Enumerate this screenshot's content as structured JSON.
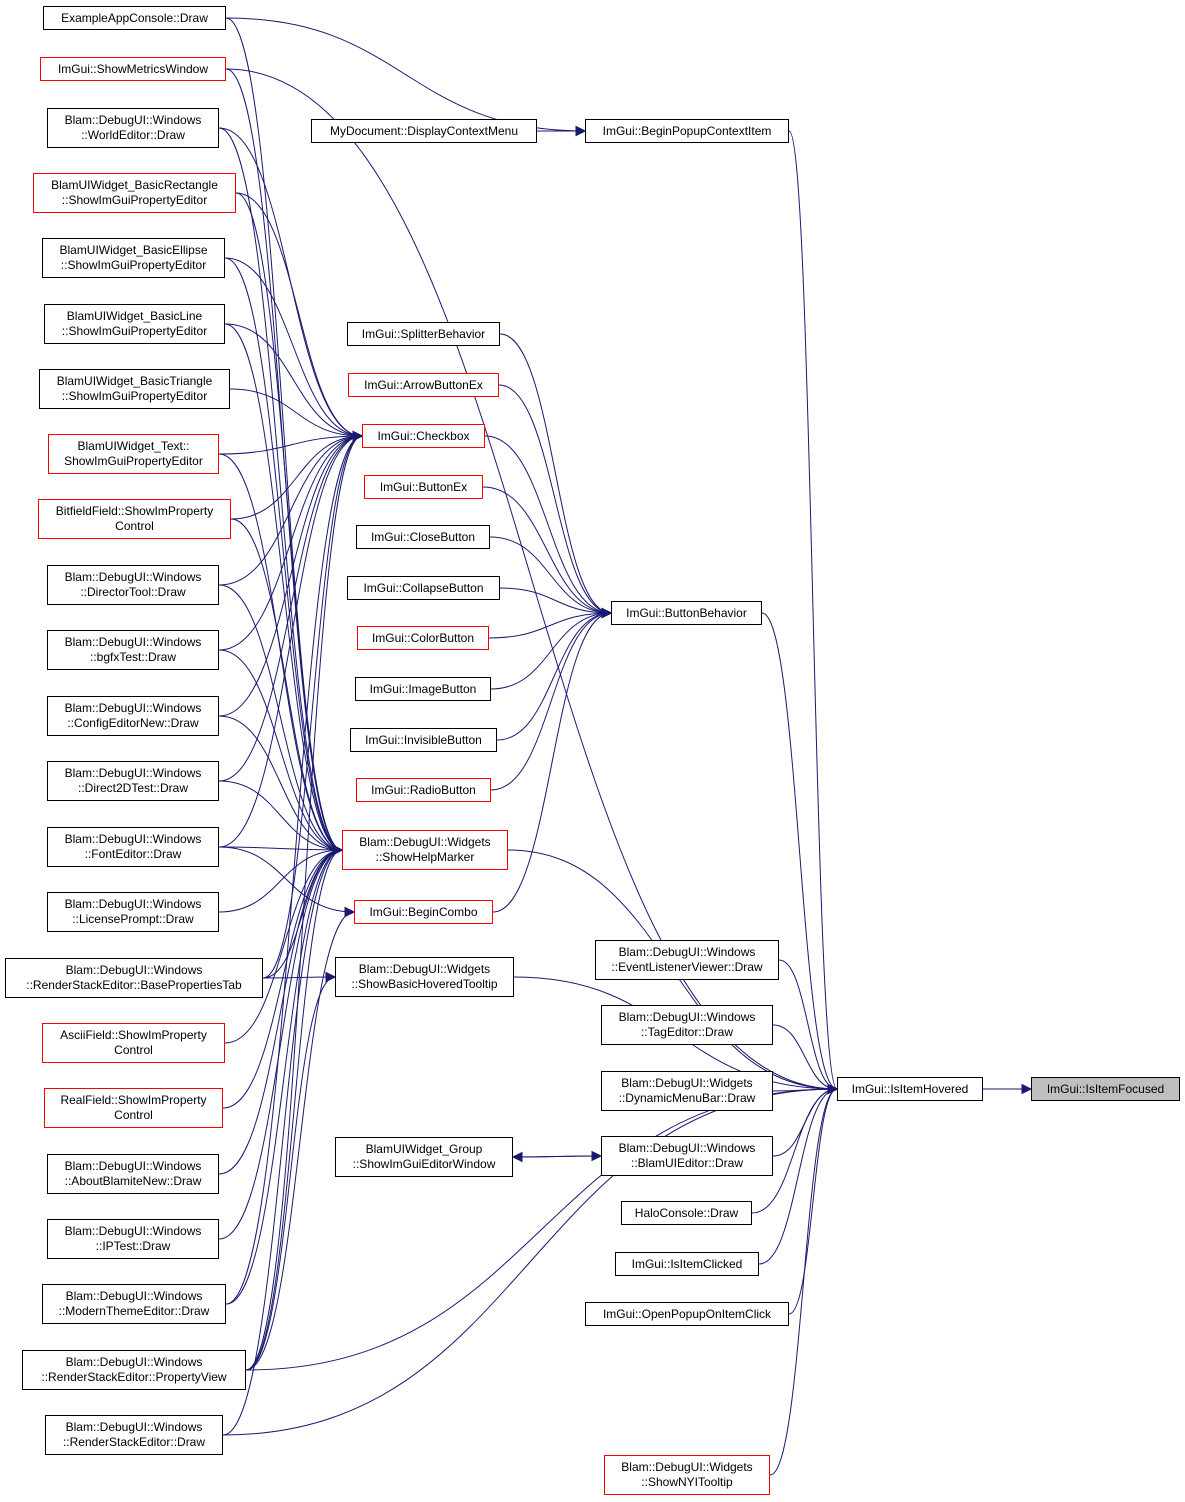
{
  "colors": {
    "edge": "#191970",
    "node_border": "#000000",
    "truncated_border": "#ff0000",
    "focus_fill": "#bfbfbf"
  },
  "nodes": [
    {
      "id": "exampleapp",
      "lines": [
        "ExampleAppConsole::Draw"
      ],
      "red": false
    },
    {
      "id": "showmetrics",
      "lines": [
        "ImGui::ShowMetricsWindow"
      ],
      "red": true
    },
    {
      "id": "worldeditor",
      "lines": [
        "Blam::DebugUI::Windows",
        "::WorldEditor::Draw"
      ],
      "red": false
    },
    {
      "id": "basicrect",
      "lines": [
        "BlamUIWidget_BasicRectangle",
        "::ShowImGuiPropertyEditor"
      ],
      "red": true
    },
    {
      "id": "basicellipse",
      "lines": [
        "BlamUIWidget_BasicEllipse",
        "::ShowImGuiPropertyEditor"
      ],
      "red": false
    },
    {
      "id": "basicline",
      "lines": [
        "BlamUIWidget_BasicLine",
        "::ShowImGuiPropertyEditor"
      ],
      "red": false
    },
    {
      "id": "basictriangle",
      "lines": [
        "BlamUIWidget_BasicTriangle",
        "::ShowImGuiPropertyEditor"
      ],
      "red": false
    },
    {
      "id": "widgettext",
      "lines": [
        "BlamUIWidget_Text::",
        "ShowImGuiPropertyEditor"
      ],
      "red": true
    },
    {
      "id": "bitfield",
      "lines": [
        "BitfieldField::ShowImProperty",
        "Control"
      ],
      "red": true
    },
    {
      "id": "directortool",
      "lines": [
        "Blam::DebugUI::Windows",
        "::DirectorTool::Draw"
      ],
      "red": false
    },
    {
      "id": "bgfxtest",
      "lines": [
        "Blam::DebugUI::Windows",
        "::bgfxTest::Draw"
      ],
      "red": false
    },
    {
      "id": "configeditor",
      "lines": [
        "Blam::DebugUI::Windows",
        "::ConfigEditorNew::Draw"
      ],
      "red": false
    },
    {
      "id": "direct2d",
      "lines": [
        "Blam::DebugUI::Windows",
        "::Direct2DTest::Draw"
      ],
      "red": false
    },
    {
      "id": "fonteditor",
      "lines": [
        "Blam::DebugUI::Windows",
        "::FontEditor::Draw"
      ],
      "red": false
    },
    {
      "id": "licenseprompt",
      "lines": [
        "Blam::DebugUI::Windows",
        "::LicensePrompt::Draw"
      ],
      "red": false
    },
    {
      "id": "baseprops",
      "lines": [
        "Blam::DebugUI::Windows",
        "::RenderStackEditor::BasePropertiesTab"
      ],
      "red": false
    },
    {
      "id": "asciifield",
      "lines": [
        "AsciiField::ShowImProperty",
        "Control"
      ],
      "red": true
    },
    {
      "id": "realfield",
      "lines": [
        "RealField::ShowImProperty",
        "Control"
      ],
      "red": true
    },
    {
      "id": "aboutblamite",
      "lines": [
        "Blam::DebugUI::Windows",
        "::AboutBlamiteNew::Draw"
      ],
      "red": false
    },
    {
      "id": "iptest",
      "lines": [
        "Blam::DebugUI::Windows",
        "::IPTest::Draw"
      ],
      "red": false
    },
    {
      "id": "moderntheme",
      "lines": [
        "Blam::DebugUI::Windows",
        "::ModernThemeEditor::Draw"
      ],
      "red": false
    },
    {
      "id": "propertyview",
      "lines": [
        "Blam::DebugUI::Windows",
        "::RenderStackEditor::PropertyView"
      ],
      "red": false
    },
    {
      "id": "rsedraw",
      "lines": [
        "Blam::DebugUI::Windows",
        "::RenderStackEditor::Draw"
      ],
      "red": false
    },
    {
      "id": "mydocument",
      "lines": [
        "MyDocument::DisplayContextMenu"
      ],
      "red": false
    },
    {
      "id": "splitter",
      "lines": [
        "ImGui::SplitterBehavior"
      ],
      "red": false
    },
    {
      "id": "arrowbutton",
      "lines": [
        "ImGui::ArrowButtonEx"
      ],
      "red": true
    },
    {
      "id": "checkbox",
      "lines": [
        "ImGui::Checkbox"
      ],
      "red": true
    },
    {
      "id": "buttonex",
      "lines": [
        "ImGui::ButtonEx"
      ],
      "red": true
    },
    {
      "id": "closebutton",
      "lines": [
        "ImGui::CloseButton"
      ],
      "red": false
    },
    {
      "id": "collapsebutton",
      "lines": [
        "ImGui::CollapseButton"
      ],
      "red": false
    },
    {
      "id": "colorbutton",
      "lines": [
        "ImGui::ColorButton"
      ],
      "red": true
    },
    {
      "id": "imagebutton",
      "lines": [
        "ImGui::ImageButton"
      ],
      "red": false
    },
    {
      "id": "invisiblebutton",
      "lines": [
        "ImGui::InvisibleButton"
      ],
      "red": false
    },
    {
      "id": "radiobutton",
      "lines": [
        "ImGui::RadioButton"
      ],
      "red": true
    },
    {
      "id": "helpmarker",
      "lines": [
        "Blam::DebugUI::Widgets",
        "::ShowHelpMarker"
      ],
      "red": true
    },
    {
      "id": "begincombo",
      "lines": [
        "ImGui::BeginCombo"
      ],
      "red": true
    },
    {
      "id": "hoveredtooltip",
      "lines": [
        "Blam::DebugUI::Widgets",
        "::ShowBasicHoveredTooltip"
      ],
      "red": false
    },
    {
      "id": "groupeditor",
      "lines": [
        "BlamUIWidget_Group",
        "::ShowImGuiEditorWindow"
      ],
      "red": false
    },
    {
      "id": "beginpopup",
      "lines": [
        "ImGui::BeginPopupContextItem"
      ],
      "red": false
    },
    {
      "id": "buttonbehavior",
      "lines": [
        "ImGui::ButtonBehavior"
      ],
      "red": false
    },
    {
      "id": "eventlistener",
      "lines": [
        "Blam::DebugUI::Windows",
        "::EventListenerViewer::Draw"
      ],
      "red": false
    },
    {
      "id": "tageditor",
      "lines": [
        "Blam::DebugUI::Windows",
        "::TagEditor::Draw"
      ],
      "red": false
    },
    {
      "id": "dynamicmenubar",
      "lines": [
        "Blam::DebugUI::Widgets",
        "::DynamicMenuBar::Draw"
      ],
      "red": false
    },
    {
      "id": "blamuieditor",
      "lines": [
        "Blam::DebugUI::Windows",
        "::BlamUIEditor::Draw"
      ],
      "red": false
    },
    {
      "id": "haloconsole",
      "lines": [
        "HaloConsole::Draw"
      ],
      "red": false
    },
    {
      "id": "isitemclicked",
      "lines": [
        "ImGui::IsItemClicked"
      ],
      "red": false
    },
    {
      "id": "openpopup",
      "lines": [
        "ImGui::OpenPopupOnItemClick"
      ],
      "red": false
    },
    {
      "id": "shownyi",
      "lines": [
        "Blam::DebugUI::Widgets",
        "::ShowNYITooltip"
      ],
      "red": true
    },
    {
      "id": "isitemhovered",
      "lines": [
        "ImGui::IsItemHovered"
      ],
      "red": false
    },
    {
      "id": "isitemfocused",
      "lines": [
        "ImGui::IsItemFocused"
      ],
      "red": false,
      "focus": true
    }
  ],
  "edges": [
    [
      "exampleapp",
      "beginpopup"
    ],
    [
      "mydocument",
      "beginpopup"
    ],
    [
      "beginpopup",
      "isitemhovered"
    ],
    [
      "showmetrics",
      "isitemhovered"
    ],
    [
      "worldeditor",
      "checkbox"
    ],
    [
      "basicrect",
      "checkbox"
    ],
    [
      "basicellipse",
      "checkbox"
    ],
    [
      "basicline",
      "checkbox"
    ],
    [
      "basictriangle",
      "checkbox"
    ],
    [
      "widgettext",
      "checkbox"
    ],
    [
      "bitfield",
      "checkbox"
    ],
    [
      "directortool",
      "checkbox"
    ],
    [
      "bgfxtest",
      "checkbox"
    ],
    [
      "configeditor",
      "checkbox"
    ],
    [
      "direct2d",
      "checkbox"
    ],
    [
      "fonteditor",
      "checkbox"
    ],
    [
      "baseprops",
      "checkbox"
    ],
    [
      "moderntheme",
      "checkbox"
    ],
    [
      "propertyview",
      "checkbox"
    ],
    [
      "exampleapp",
      "helpmarker"
    ],
    [
      "showmetrics",
      "helpmarker"
    ],
    [
      "worldeditor",
      "helpmarker"
    ],
    [
      "basicrect",
      "helpmarker"
    ],
    [
      "basicellipse",
      "helpmarker"
    ],
    [
      "basicline",
      "helpmarker"
    ],
    [
      "widgettext",
      "helpmarker"
    ],
    [
      "bitfield",
      "helpmarker"
    ],
    [
      "directortool",
      "helpmarker"
    ],
    [
      "bgfxtest",
      "helpmarker"
    ],
    [
      "configeditor",
      "helpmarker"
    ],
    [
      "direct2d",
      "helpmarker"
    ],
    [
      "fonteditor",
      "helpmarker"
    ],
    [
      "licenseprompt",
      "helpmarker"
    ],
    [
      "baseprops",
      "helpmarker"
    ],
    [
      "asciifield",
      "helpmarker"
    ],
    [
      "realfield",
      "helpmarker"
    ],
    [
      "aboutblamite",
      "helpmarker"
    ],
    [
      "iptest",
      "helpmarker"
    ],
    [
      "moderntheme",
      "helpmarker"
    ],
    [
      "propertyview",
      "helpmarker"
    ],
    [
      "rsedraw",
      "helpmarker"
    ],
    [
      "fonteditor",
      "begincombo"
    ],
    [
      "propertyview",
      "begincombo"
    ],
    [
      "baseprops",
      "hoveredtooltip"
    ],
    [
      "propertyview",
      "hoveredtooltip"
    ],
    [
      "splitter",
      "buttonbehavior"
    ],
    [
      "arrowbutton",
      "buttonbehavior"
    ],
    [
      "checkbox",
      "buttonbehavior"
    ],
    [
      "buttonex",
      "buttonbehavior"
    ],
    [
      "closebutton",
      "buttonbehavior"
    ],
    [
      "collapsebutton",
      "buttonbehavior"
    ],
    [
      "colorbutton",
      "buttonbehavior"
    ],
    [
      "imagebutton",
      "buttonbehavior"
    ],
    [
      "invisiblebutton",
      "buttonbehavior"
    ],
    [
      "radiobutton",
      "buttonbehavior"
    ],
    [
      "begincombo",
      "buttonbehavior"
    ],
    [
      "buttonbehavior",
      "isitemhovered"
    ],
    [
      "helpmarker",
      "isitemhovered"
    ],
    [
      "hoveredtooltip",
      "isitemhovered"
    ],
    [
      "eventlistener",
      "isitemhovered"
    ],
    [
      "tageditor",
      "isitemhovered"
    ],
    [
      "dynamicmenubar",
      "isitemhovered"
    ],
    [
      "blamuieditor",
      "isitemhovered"
    ],
    [
      "blamuieditor",
      "groupeditor"
    ],
    [
      "groupeditor",
      "blamuieditor"
    ],
    [
      "haloconsole",
      "isitemhovered"
    ],
    [
      "isitemclicked",
      "isitemhovered"
    ],
    [
      "openpopup",
      "isitemhovered"
    ],
    [
      "shownyi",
      "isitemhovered"
    ],
    [
      "propertyview",
      "isitemhovered"
    ],
    [
      "rsedraw",
      "isitemhovered"
    ],
    [
      "isitemhovered",
      "isitemfocused"
    ]
  ]
}
